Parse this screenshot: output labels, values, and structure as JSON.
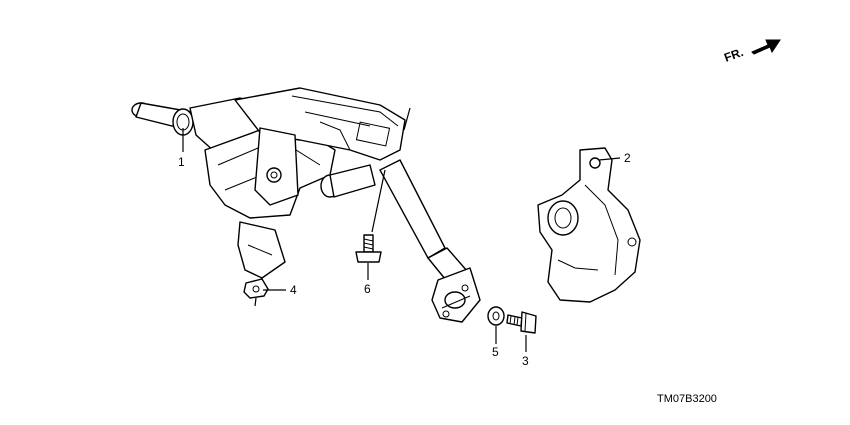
{
  "diagram_code": "TM07B3200",
  "direction_label": "FR.",
  "callouts": {
    "c1": "1",
    "c2": "2",
    "c3": "3",
    "c4": "4",
    "c5": "5",
    "c6": "6"
  },
  "icons": {
    "direction": "arrow-right-icon"
  }
}
